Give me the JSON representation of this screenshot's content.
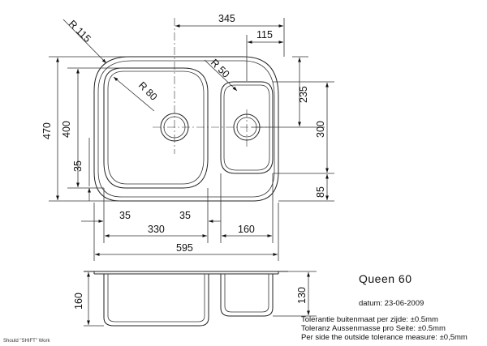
{
  "product": {
    "name": "Queen 60",
    "date": "datum: 23-06-2009"
  },
  "tolerances": [
    "Tolerantie buitenmaat per zijde: ±0.5mm",
    "Toleranz Aussenmasse pro Seite: ±0.5mm",
    "Per side the outside tolerance measure: ±0,5mm"
  ],
  "credit": "Should \"SHIFT\" Work",
  "dimensions": {
    "top_345": "345",
    "top_115": "115",
    "r115": "R 115",
    "r80": "R 80",
    "r50": "R 50",
    "left_470": "470",
    "left_400": "400",
    "left_35": "35",
    "right_235": "235",
    "right_300": "300",
    "right_85": "85",
    "bottom_35a": "35",
    "bottom_35b": "35",
    "bottom_330": "330",
    "bottom_160": "160",
    "bottom_595": "595",
    "side_160": "160",
    "side_130": "130"
  }
}
